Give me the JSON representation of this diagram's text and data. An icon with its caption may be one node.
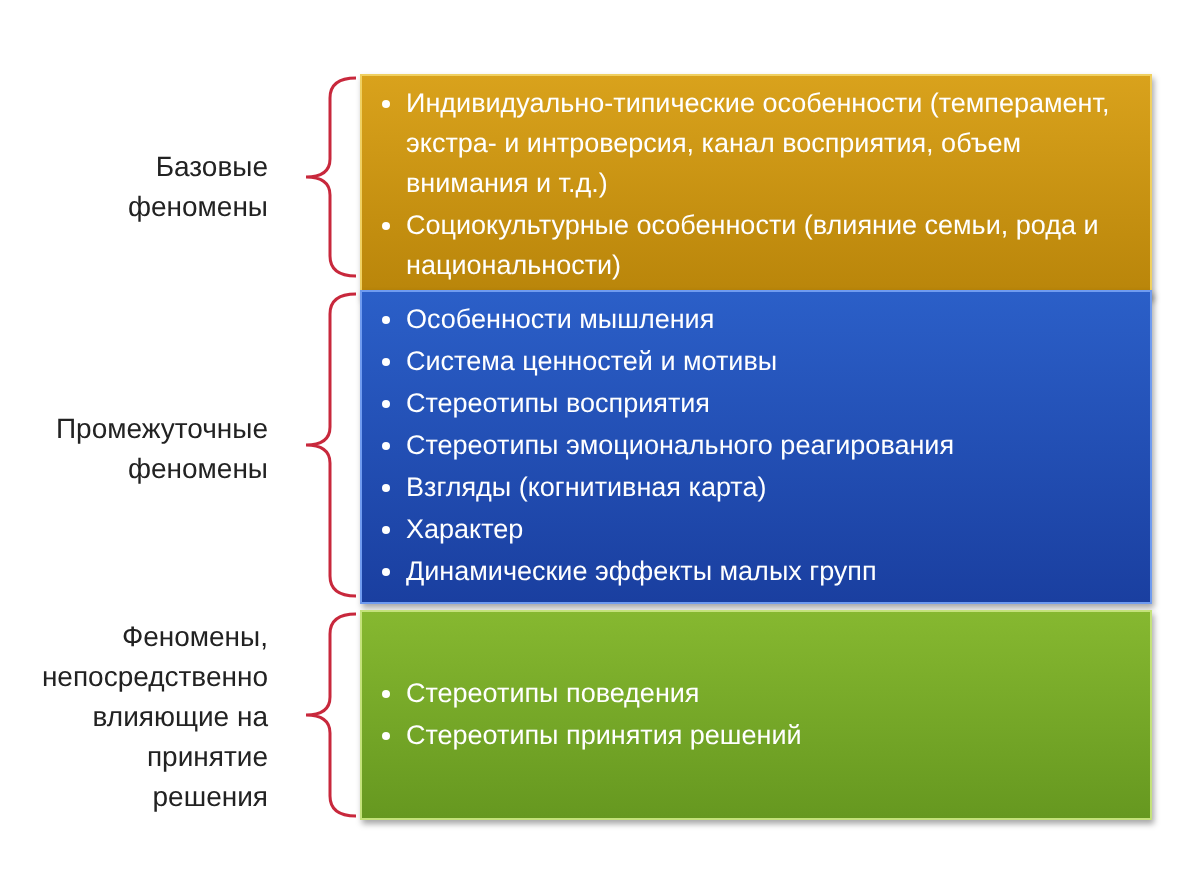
{
  "diagram": {
    "nodes": [
      {
        "text": [
          "Индивидуально-типические особенности (темперамент, экстра- и интроверсия, канал восприятия, объем внимания и т.д.)",
          "Социокультурные особенности (влияние семьи, рода и национальности)"
        ],
        "beside": [
          "Базовые феномены"
        ]
      },
      {
        "text": [
          "Особенности мышления",
          "Система ценностей и мотивы",
          "Стереотипы восприятия",
          "Стереотипы эмоционального реагирования",
          "Взгляды (когнитивная карта)",
          "Характер",
          "Динамические эффекты малых групп"
        ],
        "beside": [
          "Промежуточные феномены"
        ]
      },
      {
        "text": [
          "Стереотипы поведения",
          "Стереотипы принятия решений"
        ],
        "beside": [
          "Феномены, непосредственно влияющие на принятие решения"
        ]
      }
    ]
  }
}
